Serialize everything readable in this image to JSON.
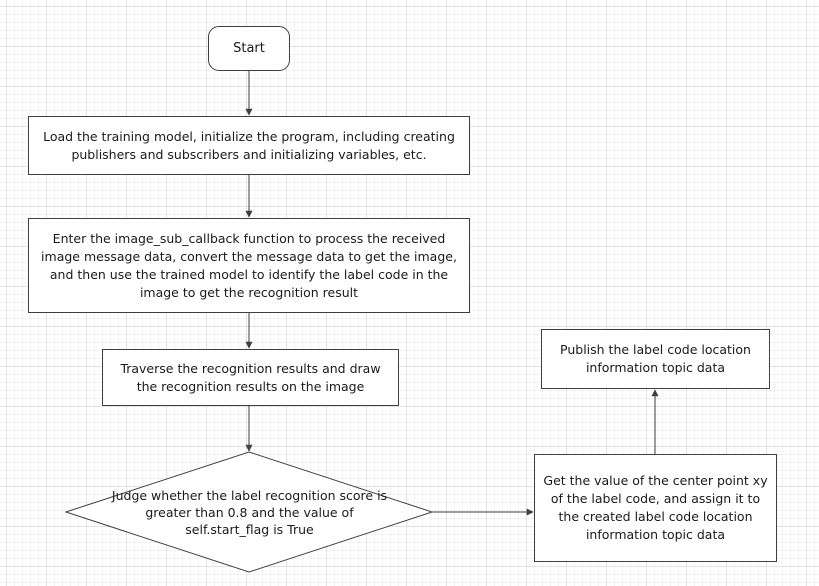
{
  "diagram": {
    "nodes": {
      "start": {
        "label": "Start"
      },
      "load": {
        "label": "Load the training model, initialize the program, including creating publishers and subscribers and initializing variables, etc."
      },
      "enter": {
        "label": "Enter the image_sub_callback function to process the received image message data, convert the message data to get the image, and then use the trained model to identify the label code in the image to get the recognition result"
      },
      "traverse": {
        "label": "Traverse the recognition results and draw the recognition results on the image"
      },
      "judge": {
        "label": "Judge whether the label recognition score is greater than 0.8 and the value of self.start_flag is True"
      },
      "getvalue": {
        "label": "Get the value of the center point xy of the label code, and assign it to the created label code location information topic data"
      },
      "publish": {
        "label": "Publish the label code location information topic data"
      }
    },
    "edges": [
      {
        "from": "start",
        "to": "load"
      },
      {
        "from": "load",
        "to": "enter"
      },
      {
        "from": "enter",
        "to": "traverse"
      },
      {
        "from": "traverse",
        "to": "judge"
      },
      {
        "from": "judge",
        "to": "getvalue"
      },
      {
        "from": "getvalue",
        "to": "publish"
      }
    ],
    "colors": {
      "stroke": "#3f3f3f",
      "text": "#1a1a1a",
      "node_fill": "#ffffff",
      "grid": "#e2e2e2"
    }
  }
}
